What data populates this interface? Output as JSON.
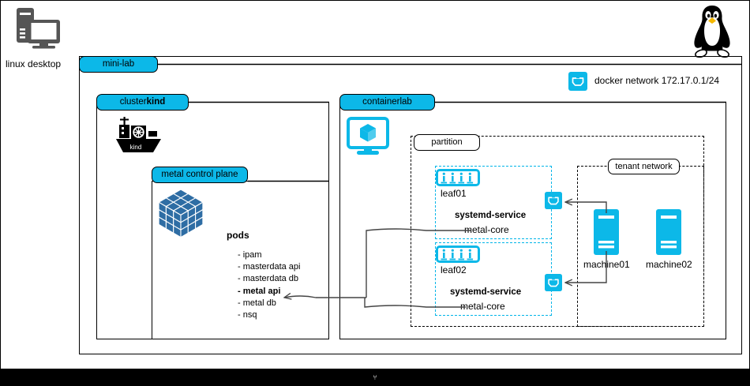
{
  "page": {
    "background": "#ffffff",
    "accent_cyan": "#0cb8e8",
    "cube_blue": "#2e6da4",
    "icon_gray": "#555555",
    "bottom_bar_glyph": "⑂"
  },
  "desktop": {
    "icon": "linux-desktop-icon",
    "label": "linux desktop"
  },
  "penguin": {
    "icon": "tux-penguin-logo"
  },
  "minilab": {
    "label": "mini-lab",
    "docker_network": {
      "icon": "network-port-icon",
      "label": "docker network 172.17.0.1/24"
    }
  },
  "cluster": {
    "label_lead": "cluster ",
    "label_bold": "kind",
    "ship_icon": "kind-ship-logo",
    "ship_text": "kind",
    "control_plane": {
      "label": "metal control plane",
      "icon": "kubernetes-cube-icon",
      "pods_title": "pods",
      "pods": [
        {
          "label": "- ipam",
          "bold": false
        },
        {
          "label": "- masterdata api",
          "bold": false
        },
        {
          "label": "- masterdata db",
          "bold": false
        },
        {
          "label": "- metal api",
          "bold": true
        },
        {
          "label": "- metal db",
          "bold": false
        },
        {
          "label": "- nsq",
          "bold": false
        }
      ]
    }
  },
  "containerlab": {
    "label": "containerlab",
    "icon": "containerlab-monitor-cube-icon",
    "partition": {
      "label": "partition",
      "leaves": [
        {
          "name": "leaf01",
          "icon": "network-switch-icon",
          "service_title": "systemd-service",
          "service_name": "metal-core",
          "port_icon": "network-port-icon"
        },
        {
          "name": "leaf02",
          "icon": "network-switch-icon",
          "service_title": "systemd-service",
          "service_name": "metal-core",
          "port_icon": "network-port-icon"
        }
      ]
    },
    "tenant_network": {
      "label": "tenant network",
      "machines": [
        {
          "name": "machine01",
          "icon": "server-tower-icon"
        },
        {
          "name": "machine02",
          "icon": "server-tower-icon"
        }
      ]
    }
  }
}
